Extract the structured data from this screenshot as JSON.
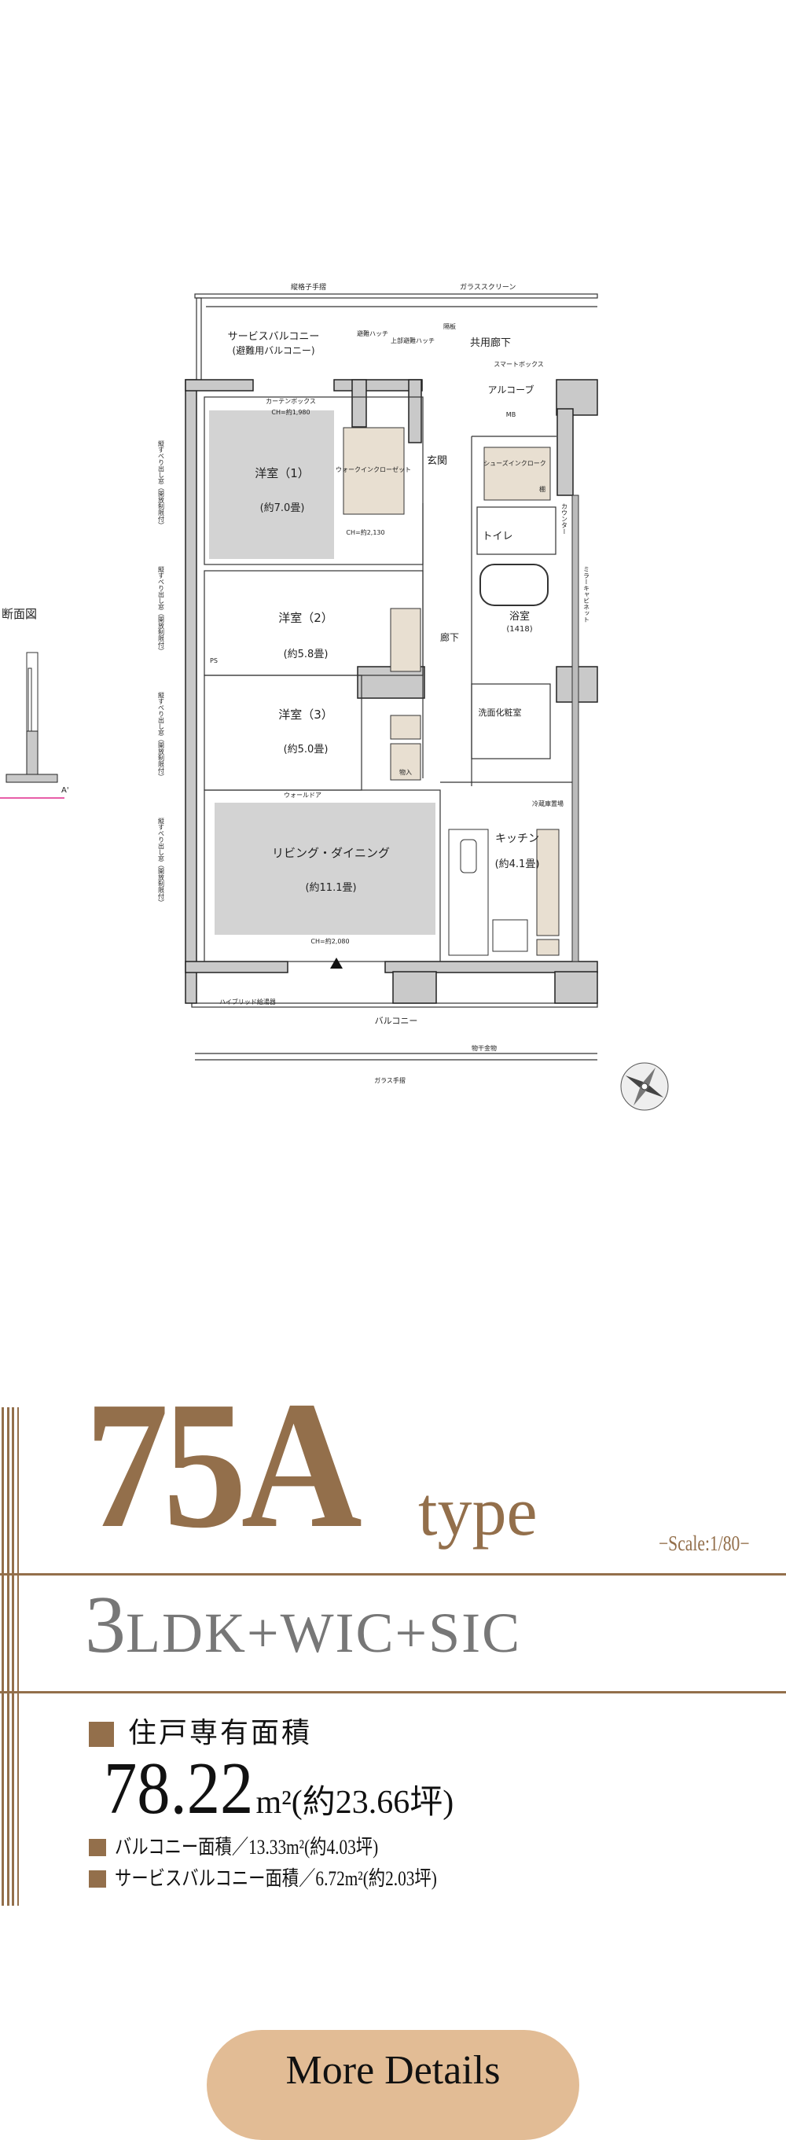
{
  "floor_plan": {
    "section_label": "断面図",
    "section_marker": "A'",
    "rooms": {
      "service_balcony": "サービスバルコニー",
      "service_balcony_sub": "(避難用バルコニー)",
      "common_corridor": "共用廊下",
      "alcove": "アルコーブ",
      "smart_box": "スマートボックス",
      "mb": "MB",
      "western1": "洋室（1）",
      "western1_size": "(約7.0畳)",
      "western2": "洋室（2）",
      "western2_size": "(約5.8畳)",
      "western3": "洋室（3）",
      "western3_size": "(約5.0畳)",
      "wic": "ウォークインクローゼット",
      "entrance": "玄関",
      "shoes_in": "シューズインクローク",
      "toilet": "トイレ",
      "bath": "浴室",
      "bath_size": "(1418)",
      "corridor": "廊下",
      "washroom": "洗面化粧室",
      "living": "リビング・ダイニング",
      "living_size": "(約11.1畳)",
      "kitchen": "キッチン",
      "kitchen_size": "(約4.1畳)",
      "balcony": "バルコニー",
      "ps": "PS"
    },
    "notes": {
      "lattice_rail": "縦格子手摺",
      "glass_screen": "ガラススクリーン",
      "escape_hatch": "避難ハッチ",
      "upper_hatch": "上部避難ハッチ",
      "partition": "隔板",
      "curtain_box": "カーテンボックス",
      "ch_1980": "CH=約1,980",
      "ch_2130": "CH=約2,130",
      "ch_2080": "CH=約2,080",
      "window": "縦すべり出し窓（開放制限付）",
      "wall_door": "ウォールドア",
      "storage": "物入",
      "fridge": "冷蔵庫置場",
      "water_heater": "ハイブリッド給湯器",
      "drying": "物干金物",
      "glass_rail": "ガラス手摺",
      "shelf": "棚",
      "counter": "カウンター",
      "mirror_cabinet": "ミラーキャビネット"
    },
    "colors": {
      "wall": "#c9c9c9",
      "room_shade": "#d3d3d3",
      "storage": "#e8dfd1",
      "fixture": "#c89b6d",
      "section_line": "#e0288c"
    }
  },
  "type": {
    "name": "75A",
    "suffix": "type",
    "scale": "−Scale:1/80−",
    "layout_num": "3",
    "layout_rest": "LDK+WIC+SIC"
  },
  "area": {
    "heading": "住戸専有面積",
    "value": "78.22",
    "unit": "m²(約23.66坪)",
    "balcony": "バルコニー面積／13.33m²(約4.03坪)",
    "service_balcony": "サービスバルコニー面積／6.72m²(約2.03坪)"
  },
  "button": {
    "label": "More Details"
  },
  "colors": {
    "brand": "#936f4b",
    "button": "#e2bc95",
    "layout_text": "#777777"
  }
}
